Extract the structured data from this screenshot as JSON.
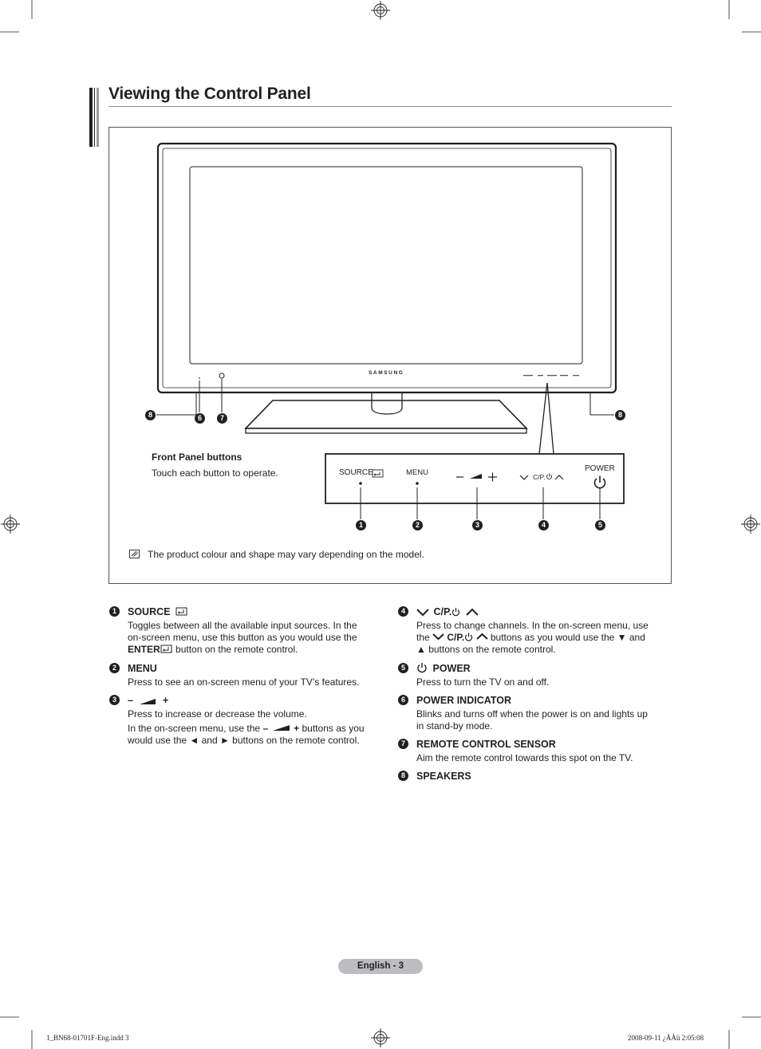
{
  "page": {
    "title": "Viewing the Control Panel",
    "footer_label": "English - 3",
    "slug_left": "1_BN68-01701F-Eng.indd   3",
    "slug_right": "2008-09-11   ¿ÀÀü 2:05:08"
  },
  "diagram": {
    "brand": "SAMSUNG",
    "front_panel_title": "Front Panel buttons",
    "front_panel_desc": "Touch each button to operate.",
    "panel_labels": {
      "source": "SOURCE",
      "menu": "MENU",
      "channel": "C/P.",
      "power": "POWER"
    },
    "callouts": [
      "1",
      "2",
      "3",
      "4",
      "5",
      "6",
      "7",
      "8"
    ],
    "note": "The product colour and shape may vary depending on the model."
  },
  "items": [
    {
      "num": "1",
      "heading": "SOURCE",
      "body1": "Toggles between all the available input sources. In the on-screen menu, use this button as you would use the",
      "body_bold": "ENTER",
      "body2": "button on the remote control."
    },
    {
      "num": "2",
      "heading": "MENU",
      "body": "Press to see an on-screen menu of your TV’s features."
    },
    {
      "num": "3",
      "heading_minus": "–",
      "heading_plus": "+",
      "body": "Press to increase or decrease the volume.",
      "body_b1": "In the on-screen menu, use the",
      "body_b_minus": "–",
      "body_b_plus": "+",
      "body_b2": "buttons as you would use the ◄ and ► buttons on the remote control."
    },
    {
      "num": "4",
      "heading": "C/P.",
      "body_a": "Press to change channels. In the on-screen menu, use the",
      "body_bold": "C/P.",
      "body_b": "buttons as you would use the ▼ and ▲ buttons on the remote control."
    },
    {
      "num": "5",
      "heading": "POWER",
      "body": "Press to turn the TV on and off."
    },
    {
      "num": "6",
      "heading": "POWER INDICATOR",
      "body": "Blinks and turns off when the power is on and lights up in stand-by mode."
    },
    {
      "num": "7",
      "heading": "REMOTE CONTROL SENSOR",
      "body": "Aim the remote control towards this spot on the TV."
    },
    {
      "num": "8",
      "heading": "SPEAKERS"
    }
  ]
}
